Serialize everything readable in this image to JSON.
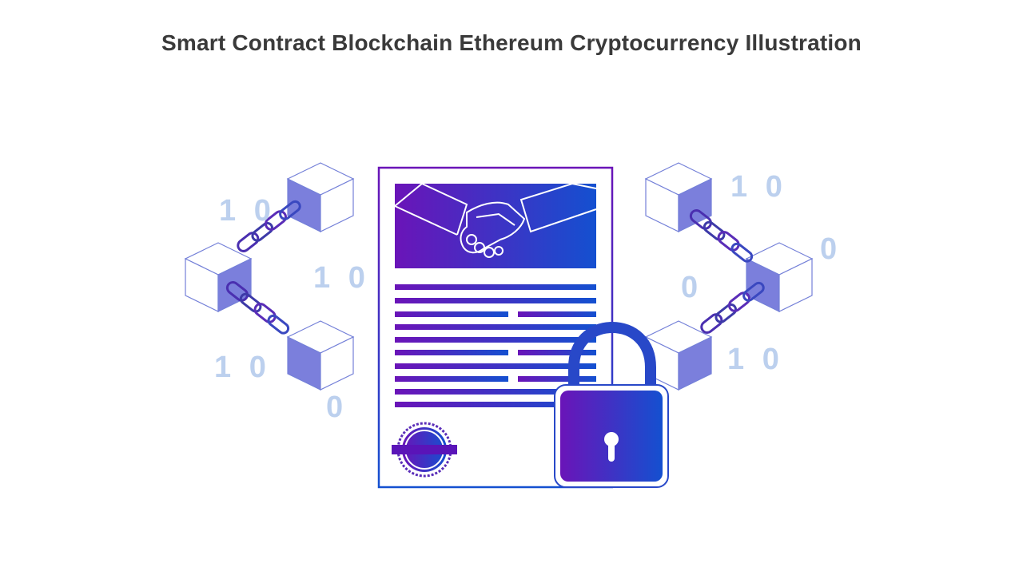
{
  "title": "Smart Contract Blockchain Ethereum Cryptocurrency Illustration",
  "digits": {
    "left_top": "1 0",
    "left_mid": "1 0",
    "left_bottom": "1 0",
    "left_low": "0",
    "right_top": "1 0",
    "right_side": "0",
    "right_mid": "0",
    "right_bottom": "1 0"
  },
  "colors": {
    "accent_start": "#6a14b8",
    "accent_end": "#1450d0",
    "cube_face": "#7b7fdc",
    "cube_line": "#7480d8",
    "digits": "#bcd0ee",
    "title": "#3a3a3a"
  },
  "icons": [
    "cube-icon",
    "chain-link-icon",
    "contract-document-icon",
    "handshake-icon",
    "seal-icon",
    "padlock-icon",
    "keyhole-icon"
  ]
}
